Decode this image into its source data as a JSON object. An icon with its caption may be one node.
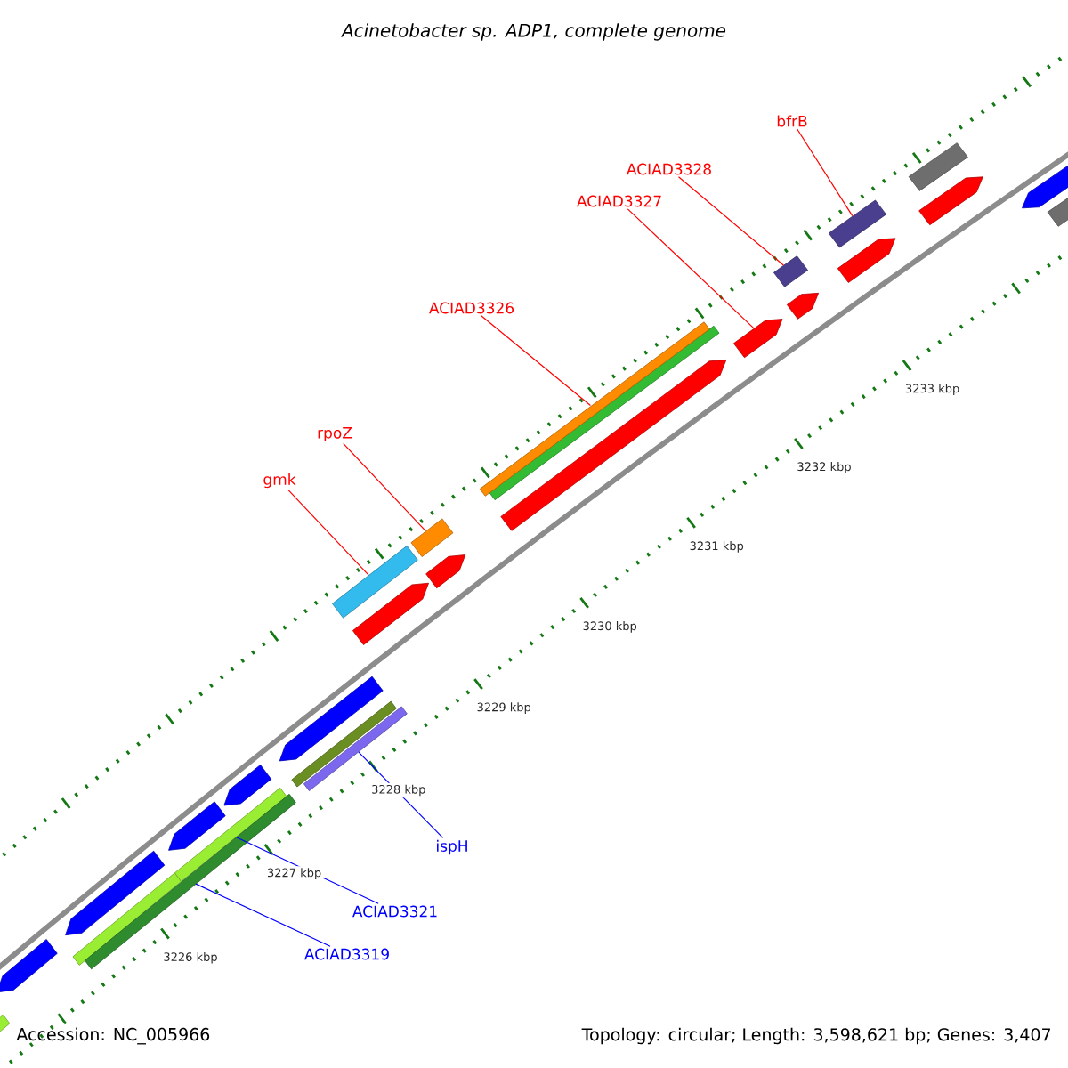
{
  "diagram": {
    "title": "Acinetobacter sp. ADP1, complete genome",
    "nodes": [
      {
        "text": [
          "gmk"
        ]
      },
      {
        "text": [],
        "shape": "bar"
      },
      {
        "text": [
          "rpoZ"
        ]
      },
      {
        "text": [],
        "shape": "bar"
      },
      {
        "text": [
          "ACIAD3326"
        ]
      },
      {
        "text": [],
        "shape": "bar"
      },
      {
        "text": [
          "ACIAD3327"
        ]
      },
      {
        "text": [],
        "shape": "bar"
      },
      {
        "text": [
          "ACIAD3328"
        ]
      },
      {
        "text": [],
        "shape": "bar"
      },
      {
        "text": [
          "bfrB"
        ]
      },
      {
        "text": [],
        "shape": "bar"
      },
      {
        "text": [
          "ispH"
        ]
      },
      {
        "text": [],
        "shape": "bar"
      },
      {
        "text": [
          "ACIAD3321"
        ]
      },
      {
        "text": [],
        "shape": "bar"
      },
      {
        "text": [
          "ACIAD3319"
        ]
      },
      {
        "text": [],
        "shape": "bar"
      },
      {
        "text": [],
        "shape": "bar"
      }
    ],
    "edges": [
      {
        "from": 0,
        "to": 1,
        "arrow": "none"
      },
      {
        "from": 2,
        "to": 3,
        "arrow": "none"
      },
      {
        "from": 4,
        "to": 5,
        "arrow": "none"
      },
      {
        "from": 6,
        "to": 7,
        "arrow": "none"
      },
      {
        "from": 8,
        "to": 9,
        "arrow": "none"
      },
      {
        "from": 10,
        "to": 11,
        "arrow": "none"
      },
      {
        "from": 12,
        "to": 13,
        "arrow": "none",
        "color": "#0000ff"
      },
      {
        "from": 14,
        "to": 15,
        "arrow": "none",
        "color": "#0000ff"
      },
      {
        "from": 16,
        "to": 17,
        "arrow": "none",
        "color": "#0000ff"
      }
    ],
    "labels": [
      "3226 kbp",
      "3227 kbp",
      "3228 kbp",
      "3229 kbp",
      "3230 kbp",
      "3231 kbp",
      "3232 kbp",
      "3233 kbp",
      "Accession: NC_005966",
      "Topology: circular; Length: 3,598,621 bp; Genes: 3,407"
    ]
  }
}
